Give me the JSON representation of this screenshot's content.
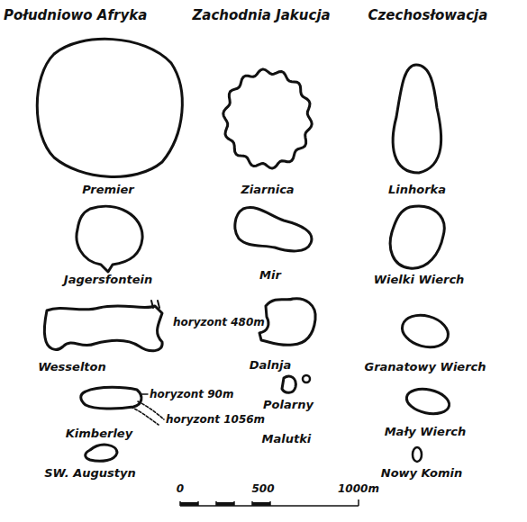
{
  "diagram": {
    "labels": [
      "Południowo Afryka",
      "Zachodnia Jakucja",
      "Czechosłowacja",
      "Premier",
      "Ziarnica",
      "Linhorka",
      "Jagersfontein",
      "Mir",
      "Wielki Wierch",
      "horyzont 480m",
      "Wesselton",
      "Dalnja",
      "Granatowy Wierch",
      "horyzont 90m",
      "Polarny",
      "horyzont 1056m",
      "Kimberley",
      "Malutki",
      "Mały Wierch",
      "Nowy Komin",
      "SW. Augustyn",
      "0",
      "500",
      "1000m"
    ]
  }
}
